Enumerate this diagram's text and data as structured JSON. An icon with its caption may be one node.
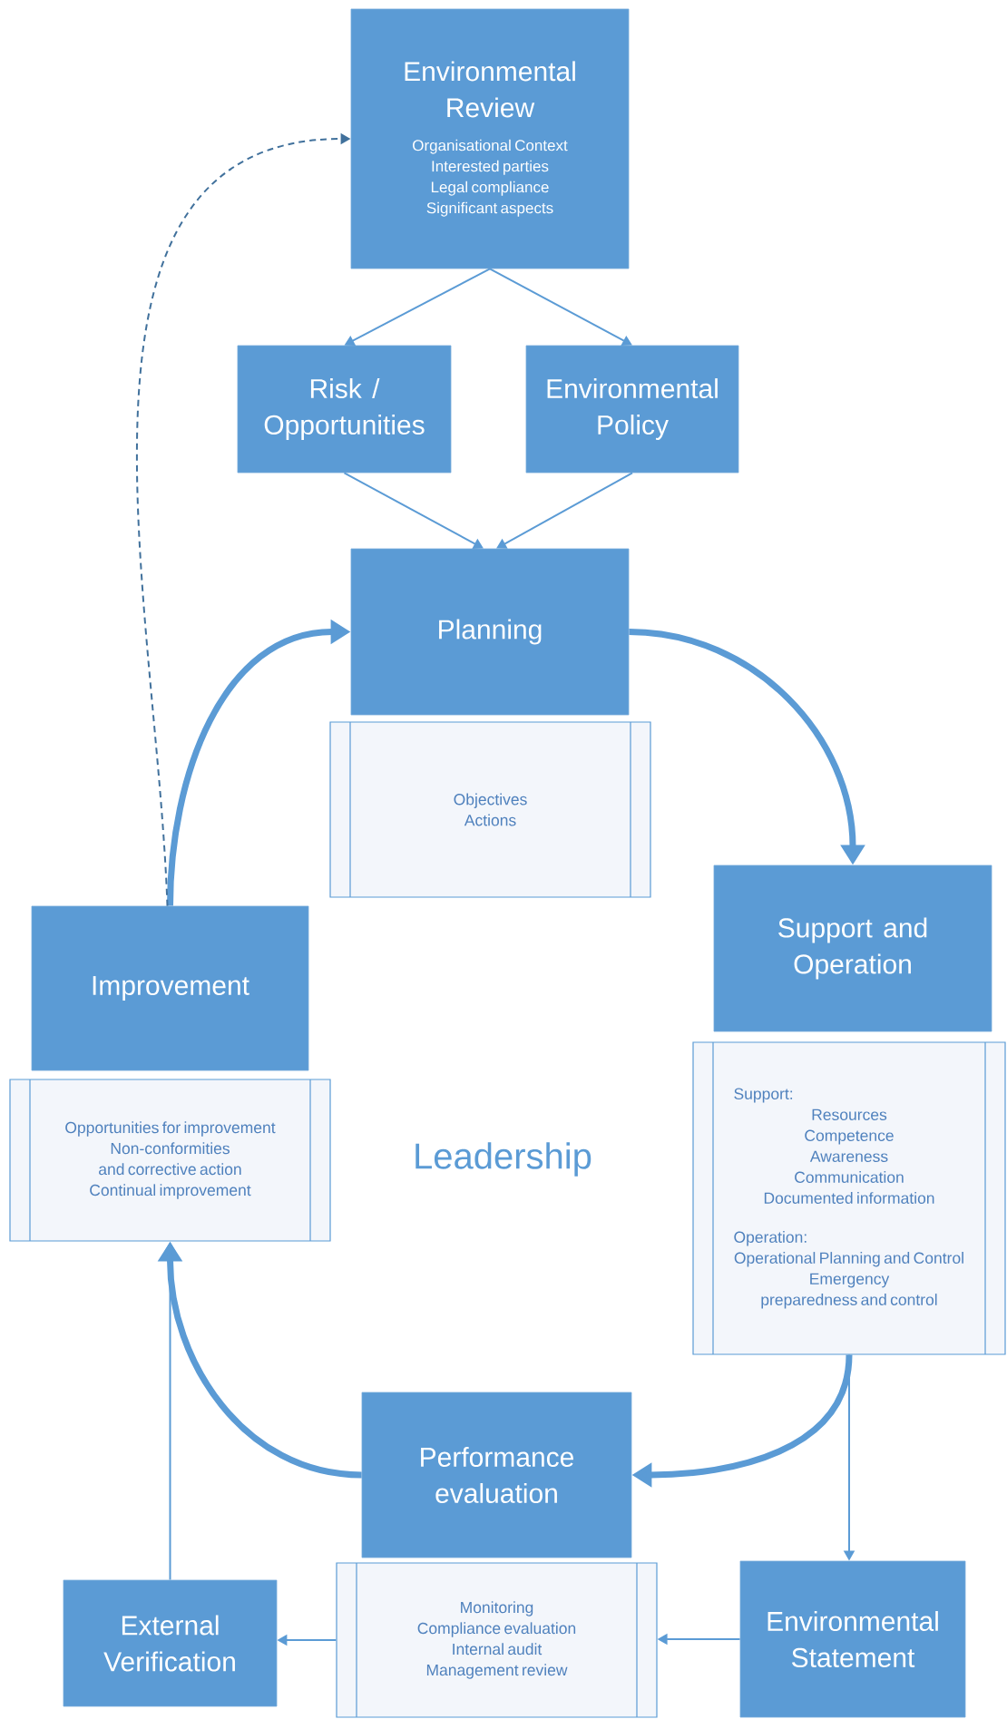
{
  "diagram": {
    "nodes": [
      {
        "text": [
          "Environmental Review",
          "Organisational Context",
          "Interested parties",
          "Legal compliance",
          "Significant aspects"
        ]
      },
      {
        "text": [
          "Risk / Opportunities"
        ]
      },
      {
        "text": [
          "Environmental Policy"
        ]
      },
      {
        "text": [
          "Planning"
        ]
      },
      {
        "text": [
          "Objectives",
          "Actions"
        ]
      },
      {
        "text": [
          "Support and Operation"
        ]
      },
      {
        "text": [
          "Support:",
          "Resources",
          "Competence",
          "Awareness",
          "Communication",
          "Documented information",
          "Operation:",
          "Operational Planning and Control",
          "Emergency preparedness and control"
        ]
      },
      {
        "text": [
          "Improvement"
        ]
      },
      {
        "text": [
          "Opportunities for improvement",
          "Non-conformities and corrective action",
          "Continual improvement"
        ]
      },
      {
        "text": [
          "Performance evaluation"
        ]
      },
      {
        "text": [
          "Monitoring",
          "Compliance evaluation",
          "Internal audit",
          "Management review"
        ]
      },
      {
        "text": [
          "External Verification"
        ]
      },
      {
        "text": [
          "Environmental Statement"
        ]
      }
    ],
    "edges": [
      {
        "from": 0,
        "to": 1,
        "arrow": "to"
      },
      {
        "from": 0,
        "to": 2,
        "arrow": "to"
      },
      {
        "from": 1,
        "to": 3,
        "arrow": "to"
      },
      {
        "from": 2,
        "to": 3,
        "arrow": "to"
      },
      {
        "from": 3,
        "to": 5,
        "arrow": "to",
        "style": "thick"
      },
      {
        "from": 6,
        "to": 9,
        "arrow": "to",
        "style": "thick"
      },
      {
        "from": 9,
        "to": 8,
        "arrow": "to",
        "style": "thick"
      },
      {
        "from": 7,
        "to": 3,
        "arrow": "to",
        "style": "thick"
      },
      {
        "from": 7,
        "to": 0,
        "arrow": "to",
        "style": "dashed",
        "color": "#41719c"
      },
      {
        "from": 6,
        "to": 12,
        "arrow": "to"
      },
      {
        "from": 12,
        "to": 10,
        "arrow": "to"
      },
      {
        "from": 10,
        "to": 11,
        "arrow": "to"
      },
      {
        "from": 11,
        "to": 8,
        "arrow": "to"
      }
    ],
    "labels": [
      "Leadership"
    ]
  }
}
